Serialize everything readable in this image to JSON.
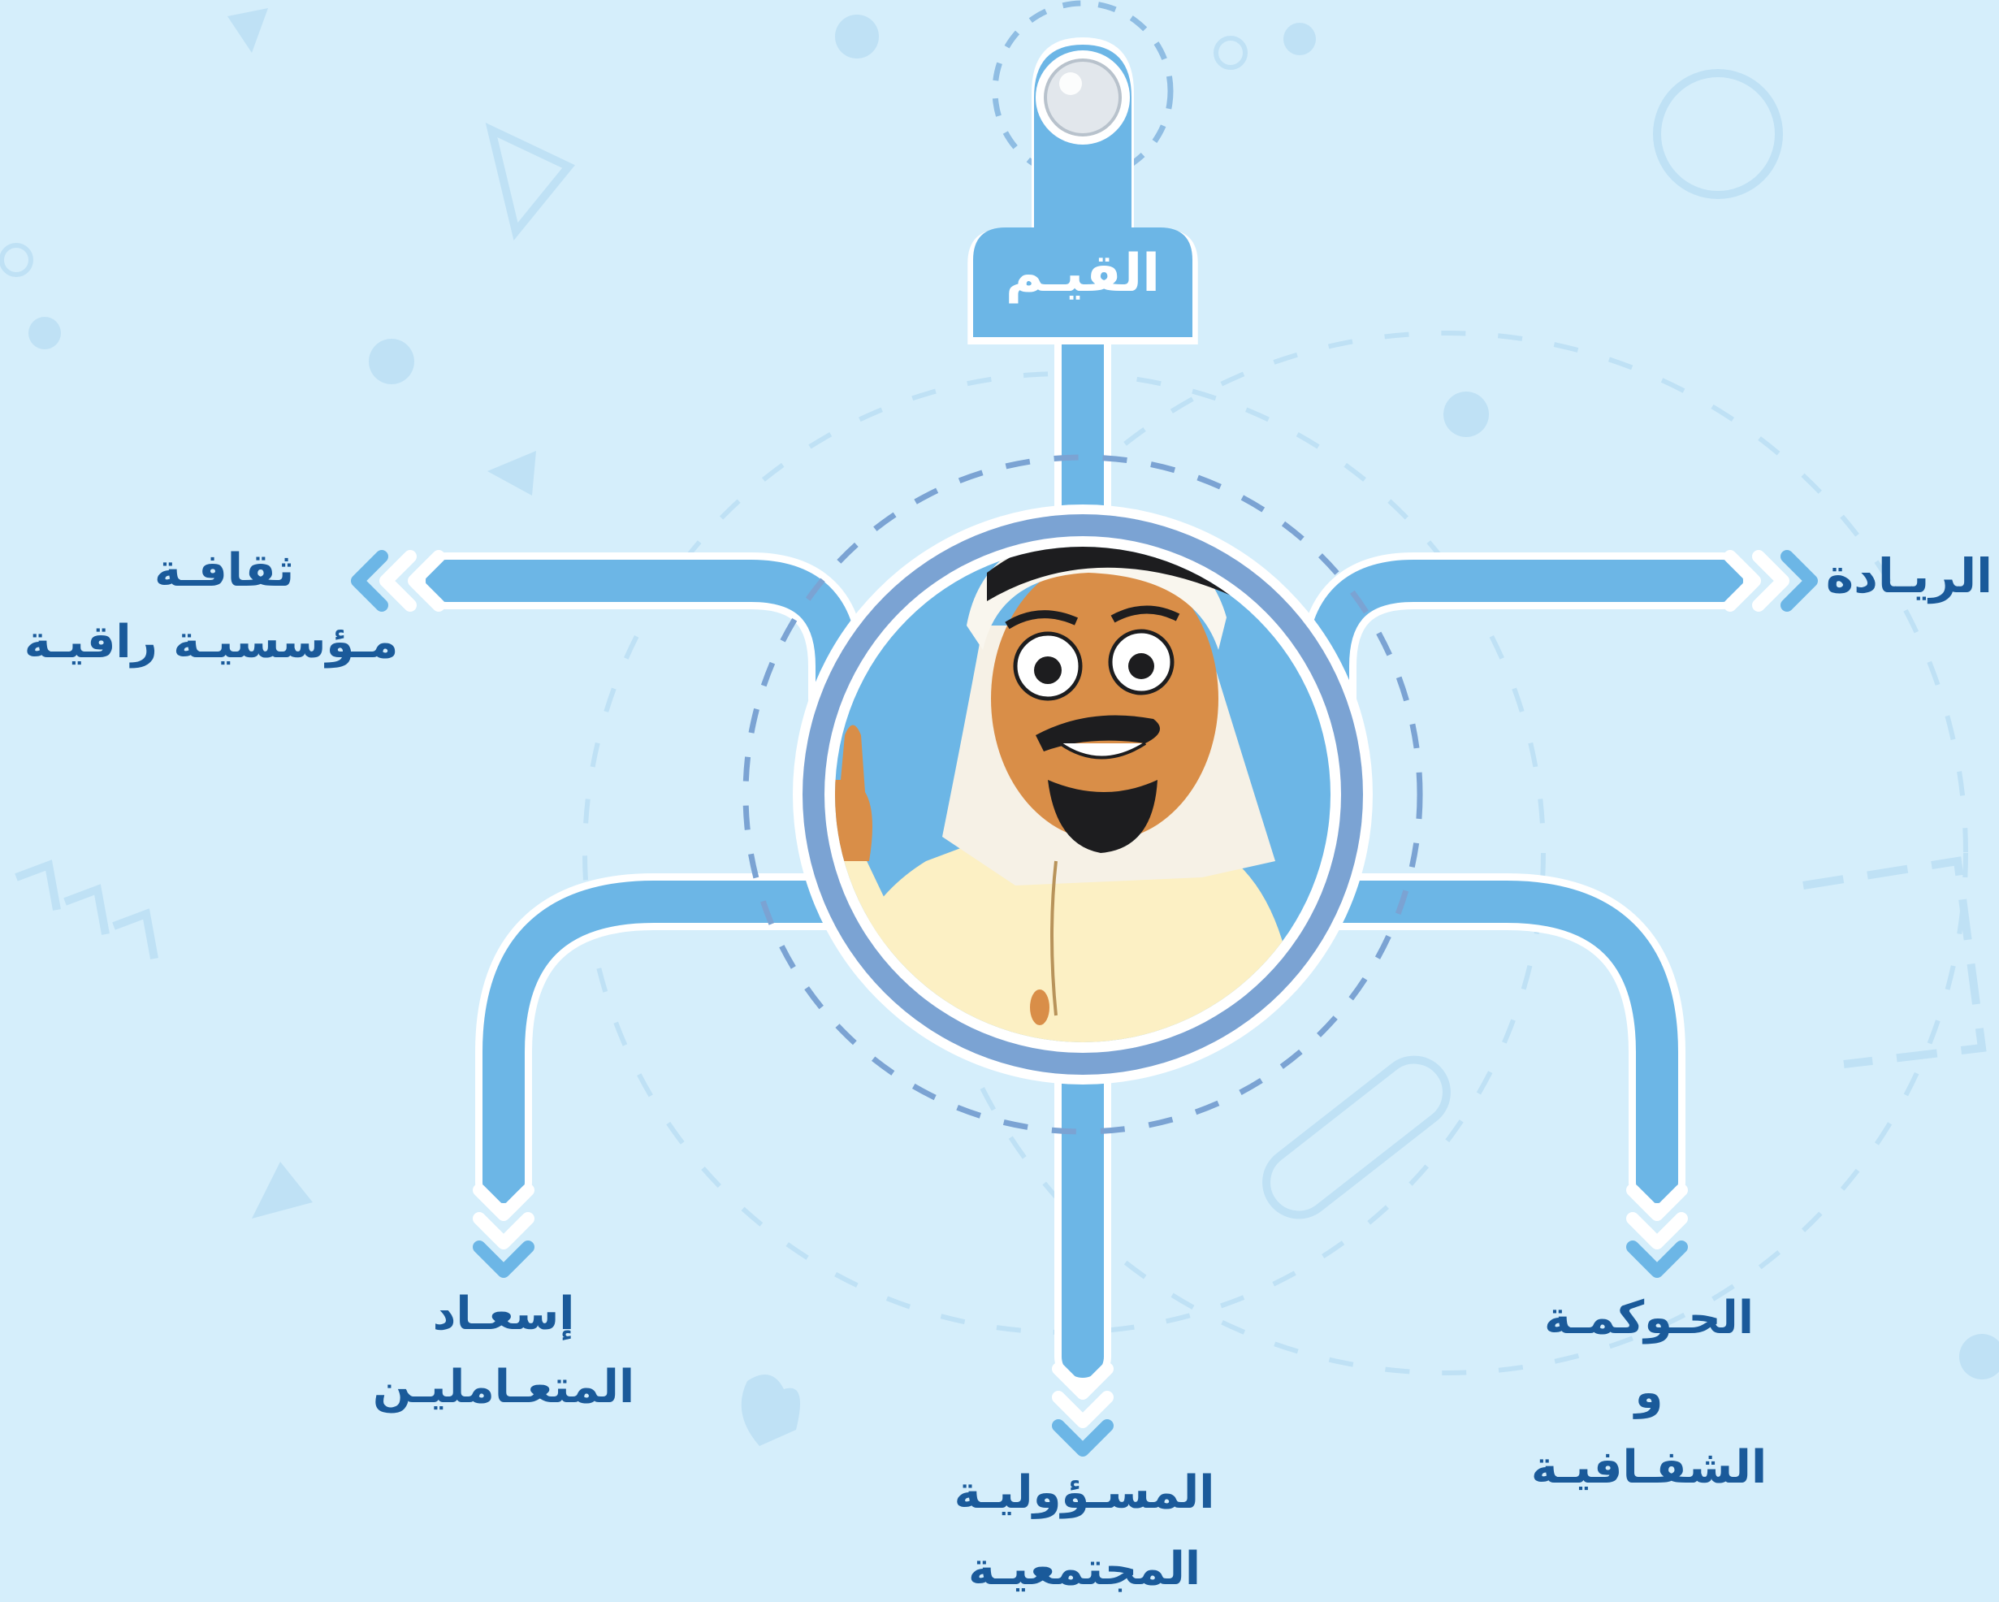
{
  "title": "القيـم",
  "values": [
    {
      "id": "leadership",
      "lines": [
        "الريـادة"
      ]
    },
    {
      "id": "culture",
      "lines": [
        "ثقافـة",
        "مـؤسسيـة راقيـة"
      ]
    },
    {
      "id": "customers",
      "lines": [
        "إسعـاد",
        "المتعـامليـن"
      ]
    },
    {
      "id": "responsibility",
      "lines": [
        "المسـؤوليـة",
        "المجتمعيـة"
      ]
    },
    {
      "id": "governance",
      "lines": [
        "الحـوكمـة",
        "و",
        "الشفـافيـة"
      ]
    }
  ],
  "colors": {
    "background": "#d5eefb",
    "arm": "#6cb6e6",
    "arm_outline": "#ffffff",
    "ring": "#7ba3d3",
    "label_text": "#1a5a9a",
    "title_text": "#ffffff"
  }
}
